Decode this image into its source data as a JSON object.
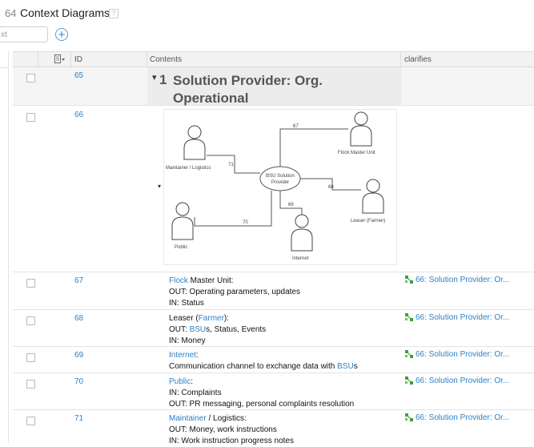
{
  "header": {
    "doc_number": "64",
    "title": "Context Diagrams",
    "help_glyph": "?",
    "filter_value": "xt",
    "add_glyph": "+"
  },
  "columns": {
    "id": "ID",
    "contents": "Contents",
    "clarifies": "clarifies"
  },
  "heading_row": {
    "id": "65",
    "section_number": "1",
    "title": "Solution Provider: Org. Operational"
  },
  "diagram_row": {
    "id": "66",
    "diagram": {
      "nodes": {
        "maintainer": "Maintainer / Logistics",
        "flock": "Flock Master Unit",
        "center_line1": "BSU Solution",
        "center_line2": "Provider",
        "leaser": "Leaser (Farmer)",
        "public": "Public",
        "internet": "Internet"
      },
      "edges": {
        "e67": "67",
        "e71": "71",
        "e68": "68",
        "e69": "69",
        "e70": "70"
      }
    }
  },
  "rows": [
    {
      "id": "67",
      "title_link": "Flock",
      "title_rest": " Master Unit:",
      "line2": "OUT: Operating parameters, updates",
      "line3": "IN: Status",
      "clarifies": "66: Solution Provider: Or..."
    },
    {
      "id": "68",
      "title_pre": "Leaser (",
      "title_link": "Farmer",
      "title_post": "):",
      "line2_pre": "OUT: ",
      "line2_link": "BSU",
      "line2_post": "s, Status, Events",
      "line3": "IN: Money",
      "clarifies": "66: Solution Provider: Or..."
    },
    {
      "id": "69",
      "title_link": "Internet",
      "title_rest": ":",
      "line2_pre": "Communication channel to exchange data with ",
      "line2_link": "BSU",
      "line2_post": "s",
      "clarifies": "66: Solution Provider: Or..."
    },
    {
      "id": "70",
      "title_link": "Public",
      "title_rest": ":",
      "line2": "IN: Complaints",
      "line3": "OUT: PR messaging, personal complaints resolution",
      "clarifies": "66: Solution Provider: Or..."
    },
    {
      "id": "71",
      "title_link": "Maintainer",
      "title_rest": " / Logistics:",
      "line2": "OUT: Money, work instructions",
      "line3": "IN: Work instruction progress notes",
      "clarifies": "66: Solution Provider: Or..."
    }
  ],
  "colors": {
    "link": "#2f80c4",
    "trace_icon": "#3aa23a"
  }
}
